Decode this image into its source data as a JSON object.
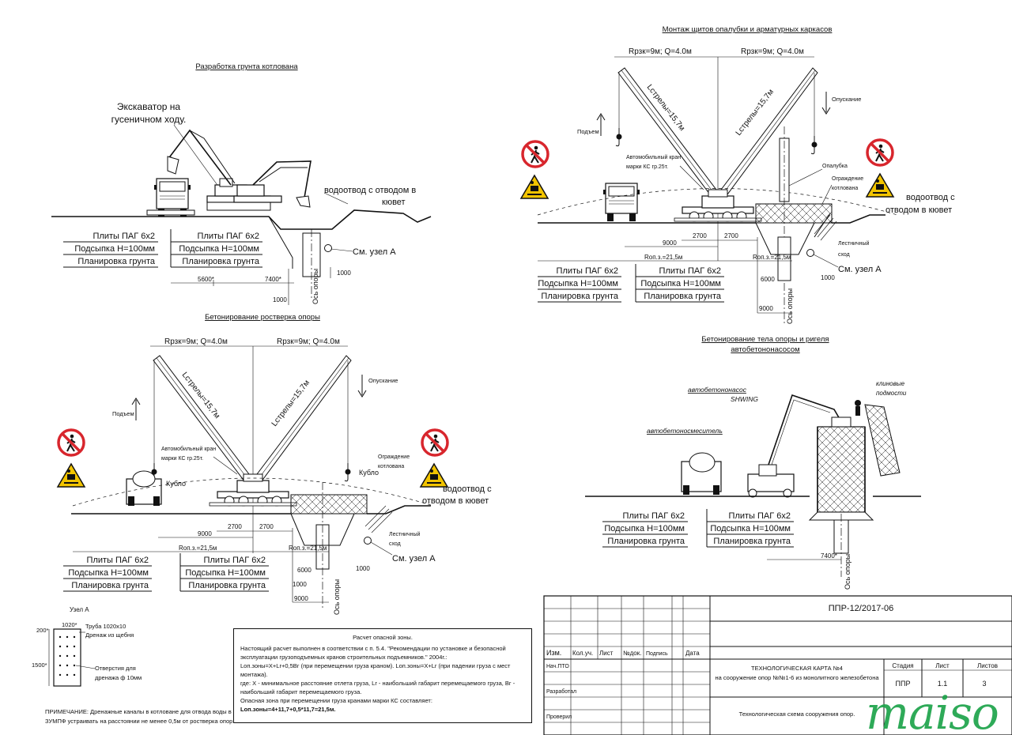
{
  "sections": {
    "excavation": {
      "title": "Разработка грунта котлована",
      "excavator_label_1": "Экскаватор на",
      "excavator_label_2": "гусеничном ходу.",
      "drain_label_1": "водоотвод с отводом в",
      "drain_label_2": "кювет",
      "layers": [
        "Плиты ПАГ 6х2",
        "Подсыпка Н=100мм",
        "Планировка грунта"
      ],
      "node_ref": "См. узел А",
      "dims": [
        "5600*",
        "7400*",
        "1000",
        "1000"
      ],
      "axis": "Ось опоры"
    },
    "formwork": {
      "title": "Монтаж щитов опалубки и арматурных каркасов",
      "radius_left": "Rрзк=9м; Q=4.0м",
      "radius_right": "Rрзк=9м; Q=4.0м",
      "boom_left": "Lстрелы=15,7м",
      "boom_right": "Lстрелы=15,7м",
      "lift": "Подъем",
      "lower": "Опускание",
      "crane_label_1": "Автомобильный кран",
      "crane_label_2": "марки КС гр.25т.",
      "formwork_label": "Опалубка",
      "fence_label_1": "Ограждение",
      "fence_label_2": "котлована",
      "stair_label_1": "Лестничный",
      "stair_label_2": "сход",
      "drain_label_1": "водоотвод с",
      "drain_label_2": "отводом в кювет",
      "layers_left": [
        "Плиты ПАГ 6х2",
        "Подсыпка Н=100мм",
        "Планировка грунта"
      ],
      "layers_right": [
        "Плиты ПАГ 6х2",
        "Подсыпка Н=100мм",
        "Планировка грунта"
      ],
      "node_ref": "См. узел А",
      "dims": [
        "9000",
        "2700",
        "2700",
        "Rоп.з.=21,5м",
        "Rоп.з.=21,5м",
        "6000",
        "1000",
        "9000"
      ],
      "axis": "Ось опоры"
    },
    "grillage": {
      "title": "Бетонирование ростверка опоры",
      "radius_left": "Rрзк=9м; Q=4.0м",
      "radius_right": "Rрзк=9м; Q=4.0м",
      "boom_left": "Lстрелы=15,7м",
      "boom_right": "Lстрелы=15,7м",
      "lift": "Подъем",
      "lower": "Опускание",
      "crane_label_1": "Автомобильный кран",
      "crane_label_2": "марки КС гр.25т.",
      "bucket": "Кубло",
      "bucket_right": "Кубло",
      "fence_label_1": "Ограждение",
      "fence_label_2": "котлована",
      "stair_label_1": "Лестничный",
      "stair_label_2": "сход",
      "drain_label_1": "водоотвод с",
      "drain_label_2": "отводом в кювет",
      "layers_left": [
        "Плиты ПАГ 6х2",
        "Подсыпка Н=100мм",
        "Планировка грунта"
      ],
      "layers_right": [
        "Плиты ПАГ 6х2",
        "Подсыпка Н=100мм",
        "Планировка грунта"
      ],
      "node_ref": "См. узел А",
      "dims": [
        "9000",
        "2700",
        "2700",
        "Rоп.з.=21,5м",
        "Rоп.з.=21,5м",
        "6000",
        "1000",
        "1000",
        "9000"
      ],
      "axis": "Ось опоры"
    },
    "column": {
      "title_1": "Бетонирование тела опоры и ригеля",
      "title_2": "автобетононасосом",
      "pump_1": "автобетононасос",
      "pump_2": "SHWING",
      "mixer": "автобетоносмеситель",
      "scaffold_1": "клиновые",
      "scaffold_2": "подмости",
      "layers_left": [
        "Плиты ПАГ 6х2",
        "Подсыпка Н=100мм",
        "Планировка грунта"
      ],
      "layers_right": [
        "Плиты ПАГ 6х2",
        "Подсыпка Н=100мм",
        "Планировка грунта"
      ],
      "dims": [
        "7400*"
      ],
      "axis": "Ось опоры"
    },
    "node_a": {
      "title": "Узел А",
      "pipe": "Труба 1020х10",
      "drain": "Дренаж из щебня",
      "holes_1": "Отверстия для",
      "holes_2": "дренажа ф 10мм",
      "dims": [
        "1020*",
        "200*",
        "1500*"
      ]
    },
    "remark": {
      "line_1": "ПРИМЕЧАНИЕ: Дренажные каналы в котловане для отвода воды в",
      "line_2": "ЗУМПФ устраивать на расстоянии не менее 0,5м от ростверка опор"
    }
  },
  "calc": {
    "title": "Расчет опасной зоны.",
    "lines": [
      "Настоящий расчет выполнен в соответствии с п. 5.4. \"Рекомендации по установке и безопасной",
      "эксплуатации  грузоподъемных кранов строительных подъемников.\" 2004г.:",
      "Lоп.зоны=Х+Lr+0,5Вг (при перемещении груза краном). Lоп.зоны=Х+Lr (при падении груза с мест",
      "монтажа).",
      "где: Х - минимальное расстояние отлета груза, Lr - наибольший габарит перемещаемого груза, Вг -",
      "наибольший габарит перемещаемого груза.",
      "Опасная зона при перемещении груза кранами марки КС составляет:"
    ],
    "result": "Lоп.зоны=4+11,7+0,5*11,7=21,5м."
  },
  "stamp": {
    "code": "ППР-12/2017-06",
    "headers": [
      "Изм.",
      "Кол.уч.",
      "Лист",
      "№док.",
      "Подпись",
      "Дата"
    ],
    "roles": [
      "Нач.ПТО",
      "Разработал",
      "Проверил"
    ],
    "map_title_1": "ТЕХНОЛОГИЧЕСКАЯ КАРТА №4",
    "map_title_2": "на сооружение опор №№1-6 из монолитного железобетона",
    "sheet_title": "Технологическая схема сооружения опор.",
    "stage_header": "Стадия",
    "sheet_header": "Лист",
    "sheets_header": "Листов",
    "stage": "ППР",
    "sheet": "1.1",
    "sheets": "3"
  },
  "watermark": "maiso",
  "colors": {
    "sign_red": "#d8262d",
    "sign_yellow": "#f2c400",
    "watermark": "#1da34a"
  }
}
